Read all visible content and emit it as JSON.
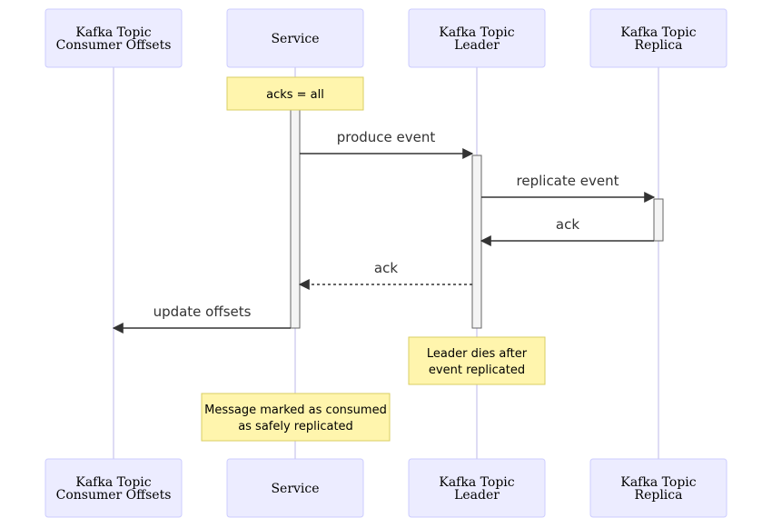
{
  "participants": [
    {
      "id": "offsets",
      "lines": [
        "Kafka Topic",
        "Consumer Offsets"
      ]
    },
    {
      "id": "service",
      "lines": [
        "Service"
      ]
    },
    {
      "id": "leader",
      "lines": [
        "Kafka Topic",
        "Leader"
      ]
    },
    {
      "id": "replica",
      "lines": [
        "Kafka Topic",
        "Replica"
      ]
    }
  ],
  "messages": [
    {
      "id": "produce-event",
      "label": "produce event",
      "from": "service",
      "to": "leader",
      "style": "solid"
    },
    {
      "id": "replicate-event",
      "label": "replicate event",
      "from": "leader",
      "to": "replica",
      "style": "solid"
    },
    {
      "id": "ack-from-replica",
      "label": "ack",
      "from": "replica",
      "to": "leader",
      "style": "solid"
    },
    {
      "id": "ack-to-service",
      "label": "ack",
      "from": "leader",
      "to": "service",
      "style": "dotted"
    },
    {
      "id": "update-offsets",
      "label": "update offsets",
      "from": "service",
      "to": "offsets",
      "style": "solid"
    }
  ],
  "notes": [
    {
      "id": "acks-all",
      "over": "service",
      "lines": [
        "acks = all"
      ]
    },
    {
      "id": "leader-dies",
      "over": "leader",
      "lines": [
        "Leader dies after",
        "event replicated"
      ]
    },
    {
      "id": "marked-consumed",
      "over": "service",
      "lines": [
        "Message marked as consumed",
        "as safely replicated"
      ]
    }
  ],
  "colors": {
    "actor_fill": "#ECECFF",
    "actor_stroke": "#CCCCFF",
    "note_fill": "#FFF5AD",
    "note_stroke": "#D9CE62",
    "line": "#333333"
  }
}
